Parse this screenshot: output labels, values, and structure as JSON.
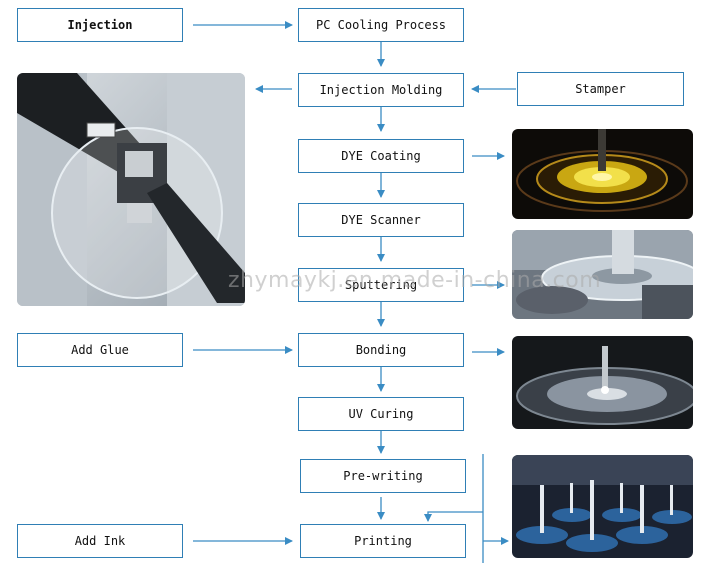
{
  "steps": {
    "injection": "Injection",
    "pc_cooling": "PC Cooling Process",
    "injection_molding": "Injection Molding",
    "stamper": "Stamper",
    "dye_coating": "DYE Coating",
    "dye_scanner": "DYE Scanner",
    "sputtering": "Sputtering",
    "add_glue": "Add Glue",
    "bonding": "Bonding",
    "uv_curing": "UV Curing",
    "pre_writing": "Pre-writing",
    "add_ink": "Add Ink",
    "printing": "Printing"
  },
  "watermark": "zhymaykj.en.made-in-china.com",
  "colors": {
    "border": "#2f7fb5",
    "arrow": "#3a8cc4"
  }
}
